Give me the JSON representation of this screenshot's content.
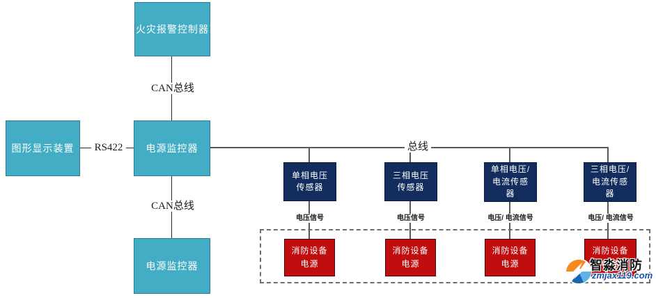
{
  "colors": {
    "light_blue": "#44ADC6",
    "light_blue_border": "#2E7D96",
    "navy": "#122C5D",
    "navy_border": "#0B1E42",
    "red": "#C00D0D",
    "red_border": "#4A0505",
    "line_dark": "#262626",
    "line_gray": "#595959"
  },
  "nodes": {
    "fire_alarm_controller": "火灾报警控制器",
    "graphic_display": "图形显示装置",
    "power_monitor_top": "电源监控器",
    "power_monitor_bottom": "电源监控器",
    "sensors": [
      {
        "label": "单相电压\n传感器",
        "signal": "电压信号"
      },
      {
        "label": "三相电压\n传感器",
        "signal": "电压信号"
      },
      {
        "label": "单相电压/\n电流传感\n器",
        "signal": "电压/ 电流信号"
      },
      {
        "label": "三相电压/\n电流传感\n器",
        "signal": "电压/ 电流信号"
      }
    ],
    "power_supplies": [
      {
        "label": "消防设备\n电源"
      },
      {
        "label": "消防设备\n电源"
      },
      {
        "label": "消防设备\n电源"
      },
      {
        "label": "消防设备\n电源"
      }
    ]
  },
  "edges": {
    "can_bus_top": "CAN总线",
    "can_bus_bottom": "CAN总线",
    "rs422": "RS422",
    "bus": "总线"
  },
  "watermark": {
    "brand": "智淼消防",
    "url": "zmjax119.com"
  }
}
